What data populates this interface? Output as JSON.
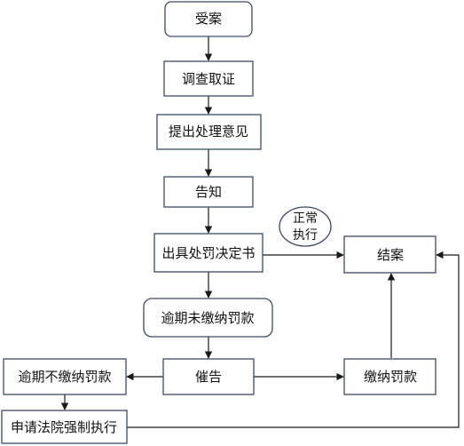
{
  "flowchart": {
    "nodes": {
      "accept": "受案",
      "investigate": "调查取证",
      "propose": "提出处理意见",
      "notify": "告知",
      "decision": "出具处罚决定书",
      "overdue": "逾期未缴纳罚款",
      "urge": "催告",
      "close": "结案",
      "pay": "缴纳罚款",
      "not_pay": "逾期不缴纳罚款",
      "enforce": "申请法院强制执行"
    },
    "annotation": {
      "line1": "正常",
      "line2": "执行"
    }
  }
}
